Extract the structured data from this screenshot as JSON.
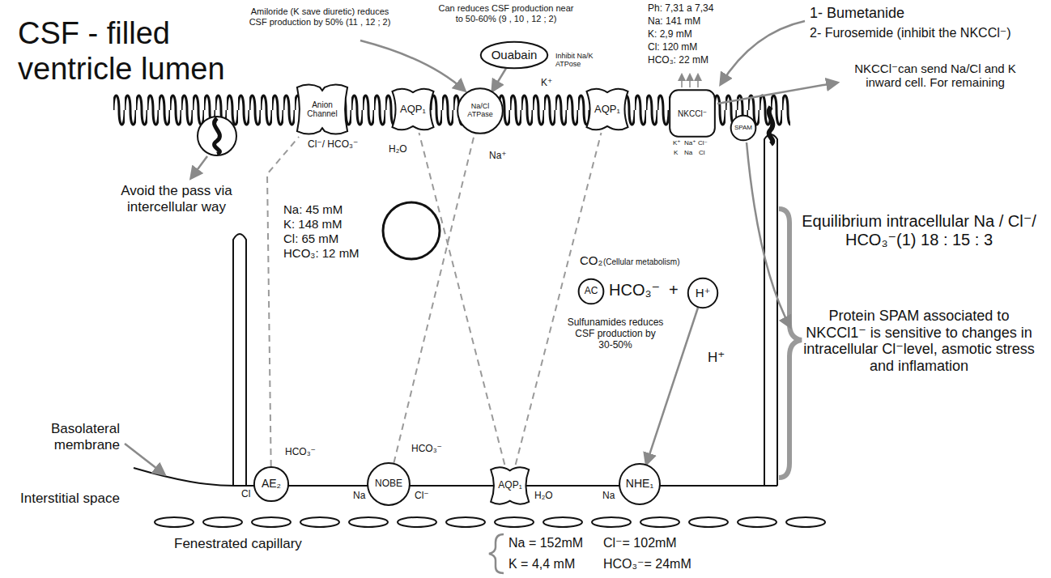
{
  "diagram": {
    "nodes": [
      {
        "text": [
          "Ouabain"
        ]
      },
      {
        "text": [
          "Anion Channel"
        ]
      },
      {
        "text": [
          "AQP₁"
        ]
      },
      {
        "text": [
          "Na/Cl ATPase"
        ]
      },
      {
        "text": [
          "AQP₁"
        ]
      },
      {
        "text": [
          "NKCCl⁻"
        ]
      },
      {
        "text": [
          "SPAM"
        ]
      },
      {
        "text": [
          "AC"
        ]
      },
      {
        "text": [
          "H⁺"
        ]
      },
      {
        "text": [
          "AE₂"
        ]
      },
      {
        "text": [
          "NOBE"
        ]
      },
      {
        "text": [
          "AQP₁"
        ]
      },
      {
        "text": [
          "NHE₁"
        ]
      }
    ],
    "edges": [
      {
        "from": 0,
        "to": 3,
        "arrow": "to"
      },
      {
        "from": 8,
        "to": 12,
        "arrow": "to"
      },
      {
        "from": 9,
        "to": 1,
        "arrow": "none"
      },
      {
        "from": 10,
        "to": 3,
        "arrow": "none"
      },
      {
        "from": 11,
        "to": 2,
        "arrow": "none"
      },
      {
        "from": 11,
        "to": 4,
        "arrow": "none"
      }
    ],
    "labels": [
      "CSF - filled ventricle lumen",
      "Amiloride (K save diuretic) reduces CSF production by 50% (11 , 12 ; 2)",
      "Can reduces CSF production near to 50-60% (9 , 10 , 12 ; 2)",
      "Inhibit Na/K ATPose",
      "K⁺",
      "Ph: 7,31 a 7,34",
      "Na: 141 mM",
      "K: 2,9 mM",
      "Cl: 120 mM",
      "HCO₃: 22 mM",
      "1- Bumetanide",
      "2- Furosemide (inhibit the NKCCl⁻)",
      "NKCCl⁻can send Na/Cl and K inward cell. For remaining",
      "Avoid the pass via intercellular way",
      "Cl⁻/ HCO₃⁻",
      "H₂O",
      "Na⁺",
      "Na: 45 mM",
      "K: 148 mM",
      "Cl: 65 mM",
      "HCO₃: 12 mM",
      "CO₂",
      "(Cellular metabolism)",
      "HCO₃⁻",
      "+",
      "Sulfunamides reduces CSF production by 30-50%",
      "H⁺",
      "Basolateral membrane",
      "Interstitial space",
      "Fenestrated capillary",
      "Cl",
      "HCO₃⁻",
      "Na",
      "Cl⁻",
      "HCO₃⁻",
      "H₂O",
      "Na",
      "Na = 152mM",
      "Cl⁻= 102mM",
      "K = 4,4 mM",
      "HCO₃⁻= 24mM",
      "Equilibrium intracellular Na / Cl⁻/ HCO₃⁻(1) 18 : 15 : 3",
      "Protein SPAM associated to NKCCl1⁻ is sensitive to changes in intracellular Cl⁻level, asmotic stress and inflamation",
      "K⁺",
      "Na⁺",
      "Cl⁻",
      "K",
      "Na",
      "Cl"
    ]
  }
}
